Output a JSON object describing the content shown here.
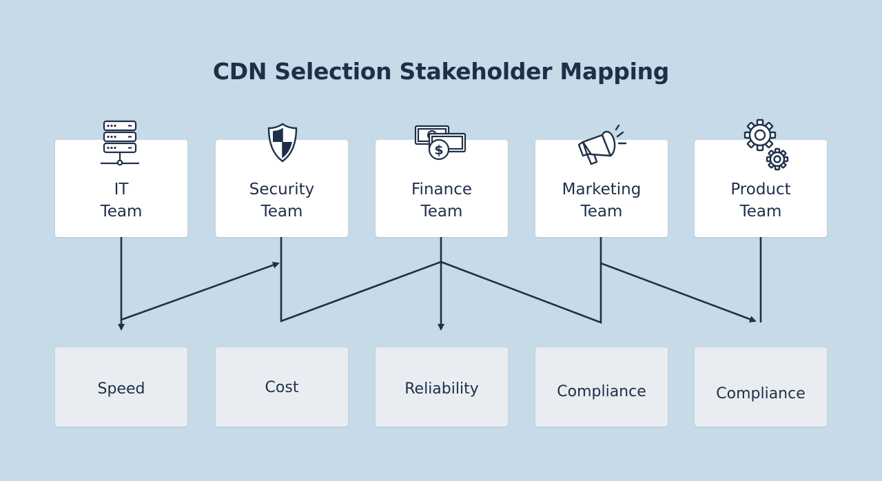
{
  "title": "CDN Selection Stakeholder Mapping",
  "teams": [
    {
      "line1": "IT",
      "line2": "Team",
      "icon": "server-rack-icon"
    },
    {
      "line1": "Security",
      "line2": "Team",
      "icon": "shield-icon"
    },
    {
      "line1": "Finance",
      "line2": "Team",
      "icon": "money-icon"
    },
    {
      "line1": "Marketing",
      "line2": "Team",
      "icon": "megaphone-icon"
    },
    {
      "line1": "Product",
      "line2": "Team",
      "icon": "gears-icon"
    }
  ],
  "criteria": [
    "Speed",
    "Cost",
    "Reliability",
    "Compliance",
    "Compliance"
  ],
  "colors": {
    "background": "#c6dae7",
    "box": "#ffffff",
    "criteria_box": "#e9edf1",
    "ink": "#1e2f48"
  }
}
